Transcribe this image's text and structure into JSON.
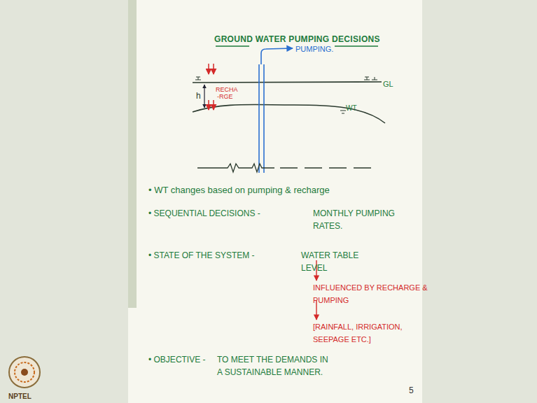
{
  "diagram": {
    "title": "GROUND WATER PUMPING DECISIONS",
    "labels": [
      "PUMPING.",
      "RECHA",
      "-RGE",
      "h",
      "GL",
      "WT",
      "• WT changes based on pumping & recharge",
      "• SEQUENTIAL DECISIONS -",
      "MONTHLY PUMPING RATES.",
      "• STATE OF THE SYSTEM -",
      "WATER TABLE LEVEL",
      "INFLUENCED BY RECHARGE & PUMPING",
      "[RAINFALL, IRRIGATION, SEEPAGE ETC.]",
      "• OBJECTIVE -",
      "TO MEET THE DEMANDS IN A SUSTAINABLE MANNER.",
      "5",
      "NPTEL"
    ]
  }
}
